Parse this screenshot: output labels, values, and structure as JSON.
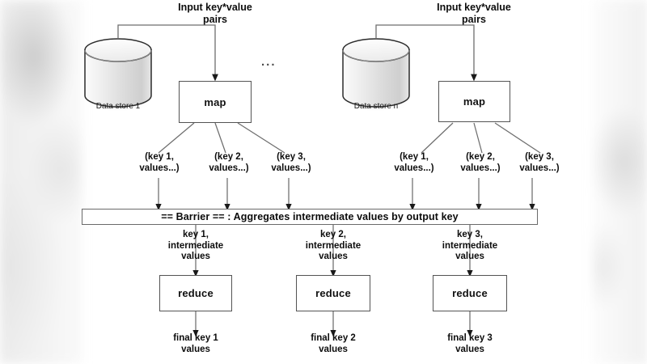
{
  "diagram": {
    "title": "MapReduce data flow diagram",
    "top_labels": [
      {
        "text": "Input key*value\npairs"
      },
      {
        "text": "Input key*value\npairs"
      }
    ],
    "data_stores": [
      {
        "label": "Data store 1"
      },
      {
        "label": "Data store n"
      }
    ],
    "ellipsis": "...",
    "map_boxes": [
      {
        "label": "map"
      },
      {
        "label": "map"
      }
    ],
    "intermediate_pairs_left": [
      {
        "text": "(key 1,\nvalues...)"
      },
      {
        "text": "(key 2,\nvalues...)"
      },
      {
        "text": "(key 3,\nvalues...)"
      }
    ],
    "intermediate_pairs_right": [
      {
        "text": "(key 1,\nvalues...)"
      },
      {
        "text": "(key 2,\nvalues...)"
      },
      {
        "text": "(key 3,\nvalues...)"
      }
    ],
    "barrier": {
      "marker": "== Barrier ==",
      "separator": " : ",
      "description": "Aggregates intermediate values by output key",
      "full_text": "== Barrier ==  : Aggregates intermediate values by output key"
    },
    "shuffle_labels": [
      {
        "text": "key 1,\nintermediate\nvalues"
      },
      {
        "text": "key 2,\nintermediate\nvalues"
      },
      {
        "text": "key 3,\nintermediate\nvalues"
      }
    ],
    "reduce_boxes": [
      {
        "label": "reduce"
      },
      {
        "label": "reduce"
      },
      {
        "label": "reduce"
      }
    ],
    "final_outputs": [
      {
        "text": "final key 1\nvalues"
      },
      {
        "text": "final key 2\nvalues"
      },
      {
        "text": "final key 3\nvalues"
      }
    ],
    "colors": {
      "stroke": "#545454",
      "connector": "#6e6e6e",
      "text": "#0d0d0d",
      "cylinder_top": "#fbfbfb",
      "cylinder_body": "#d9d9d9",
      "background": "#ffffff"
    }
  }
}
